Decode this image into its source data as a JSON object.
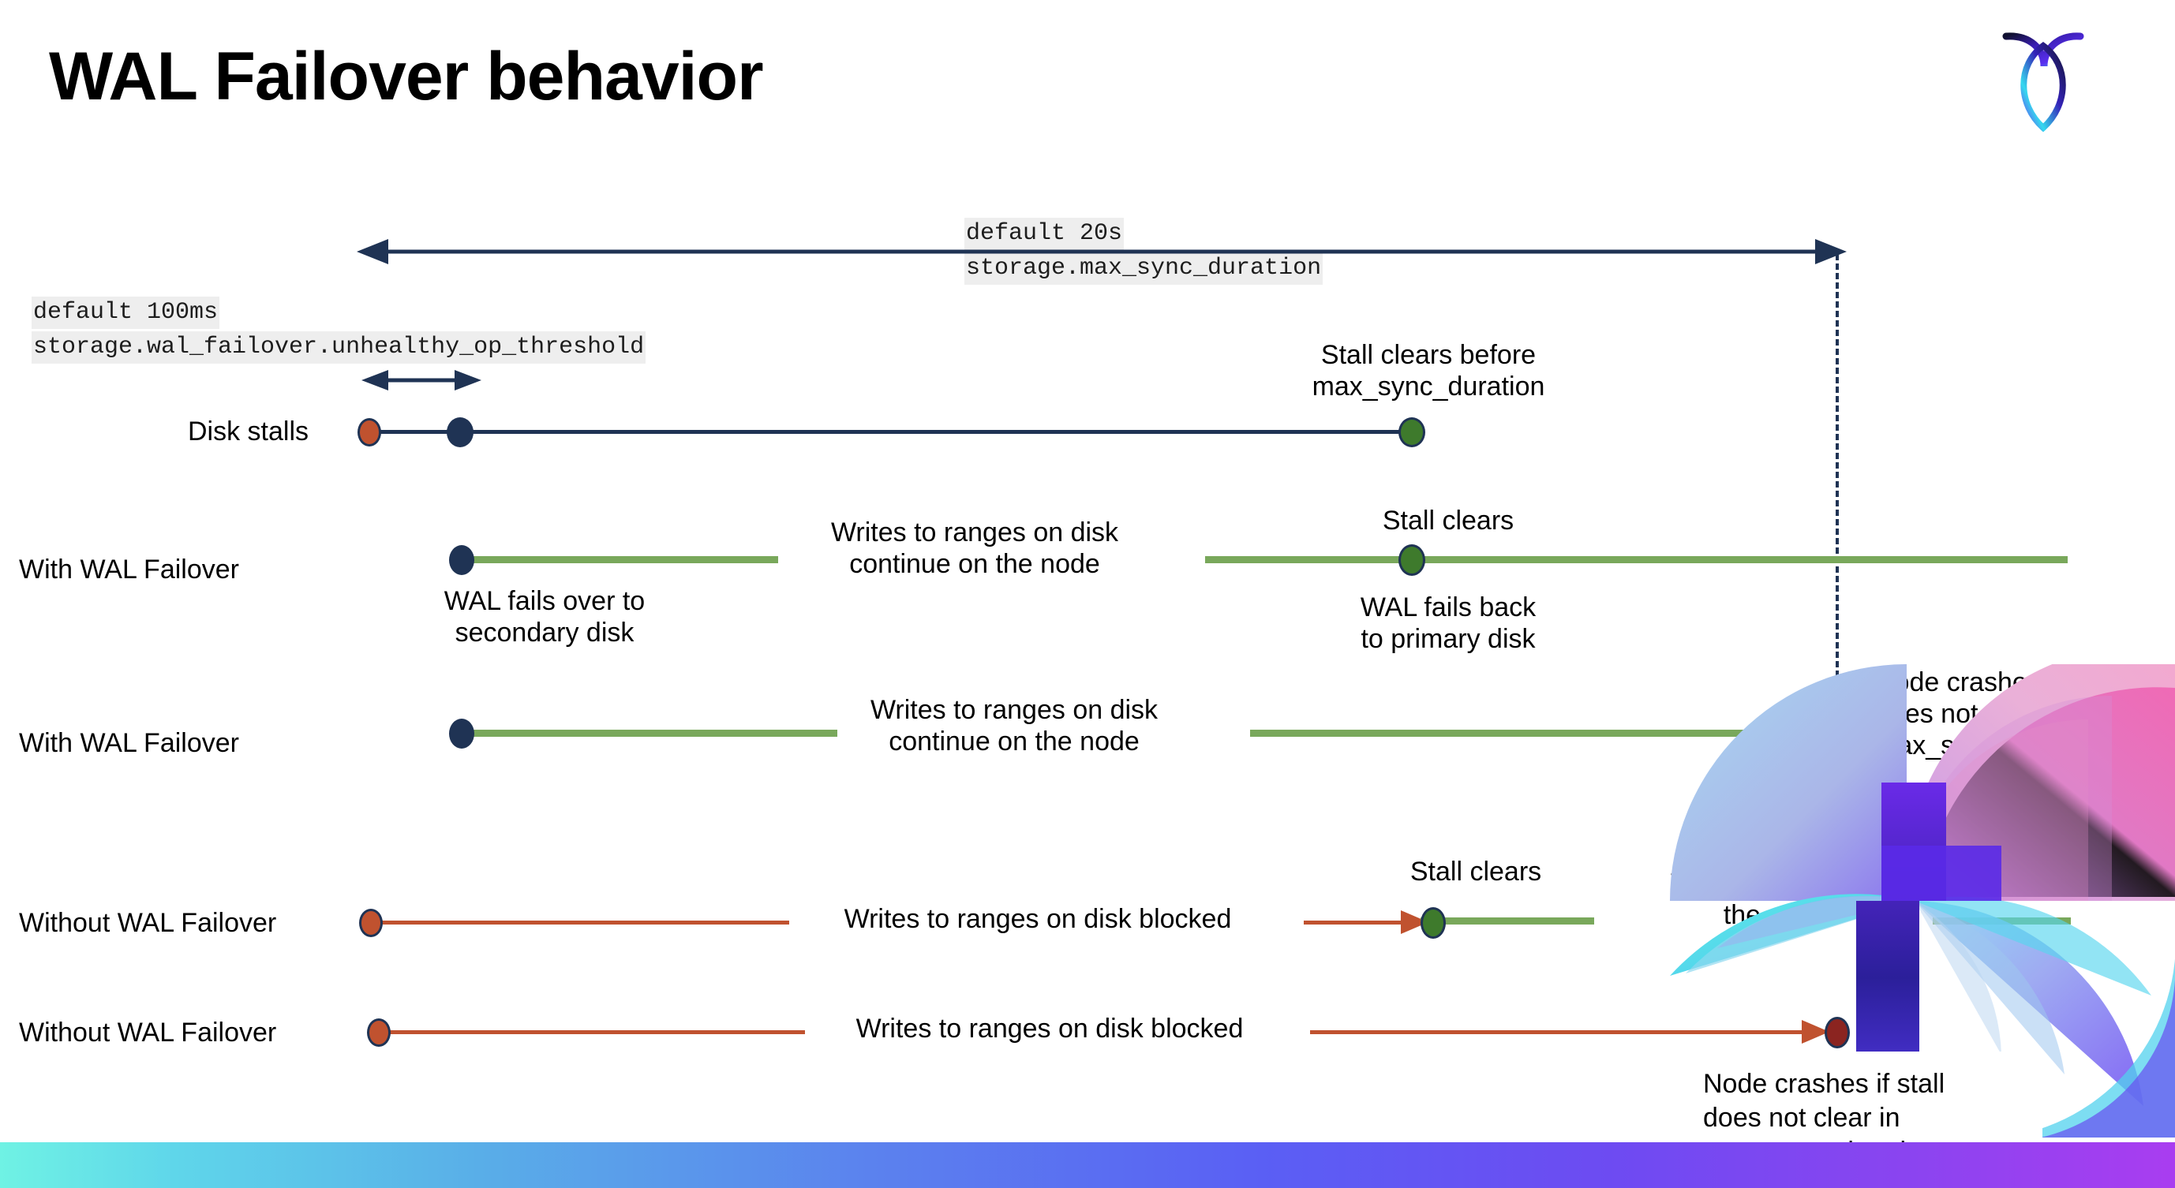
{
  "slide": {
    "title": "WAL Failover behavior",
    "logo_name": "cockroachdb-logo"
  },
  "settings": {
    "max_sync_duration": {
      "default_label": "default 20s",
      "setting_name": "storage.max_sync_duration"
    },
    "unhealthy_op_threshold": {
      "default_label": "default 100ms",
      "setting_name": "storage.wal_failover.unhealthy_op_threshold"
    }
  },
  "rows": [
    {
      "label": "Disk stalls"
    },
    {
      "label": "With WAL Failover"
    },
    {
      "label": "With WAL Failover"
    },
    {
      "label": "Without WAL Failover"
    },
    {
      "label": "Without WAL Failover"
    }
  ],
  "annotations": {
    "stall_clears_before_max": "Stall clears before\nmax_sync_duration",
    "stall_clears_1": "Stall clears",
    "stall_clears_2": "Stall clears",
    "writes_continue_1": "Writes to ranges on disk\ncontinue on the node",
    "writes_continue_2": "Writes to ranges on disk\ncontinue on the node",
    "wal_fails_over": "WAL fails over to\nsecondary disk",
    "wal_fails_back": "WAL fails  back\nto primary disk",
    "node_crashes_upper": "Node crashes if stall\ndoes not clear in\nmax_sync_duration",
    "node_crashes_lower": "Node crashes if stall\ndoes not clear in\nmax_sync_duration",
    "writes_blocked_1": "Writes to ranges on disk  blocked",
    "writes_blocked_2": "Writes to ranges on disk  blocked",
    "writes_resume": "Writes resume on\nthe node"
  },
  "colors": {
    "navy": "#1f3354",
    "green_line": "#79a85b",
    "green_dot": "#3e7a2c",
    "orange": "#c0522f",
    "red_dot": "#8b2420",
    "chip_bg": "#eeeeee",
    "bar_gradient_start": "#6ff2e4",
    "bar_gradient_end": "#a93df0"
  }
}
